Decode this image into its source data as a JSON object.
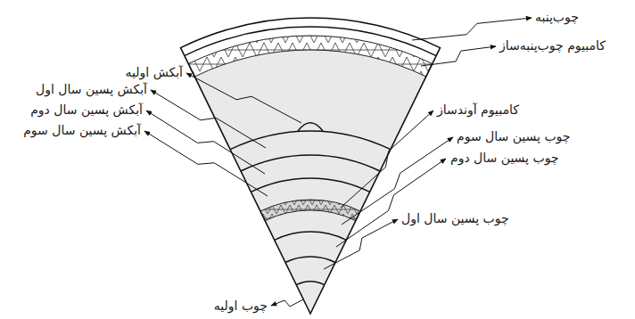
{
  "diagram": {
    "labels": [
      "چوب‌پنبه",
      "کامبیوم چوب‌پنبه‌ساز",
      "آبکش اولیه",
      "آبکش پسین سال اول",
      "آبکش پسین سال دوم",
      "آبکش پسین سال سوم",
      "کامبیوم آوندساز",
      "چوب پسین سال سوم",
      "چوب پسین سال دوم",
      "چوب پسین سال اول",
      "چوب اولیه"
    ]
  }
}
